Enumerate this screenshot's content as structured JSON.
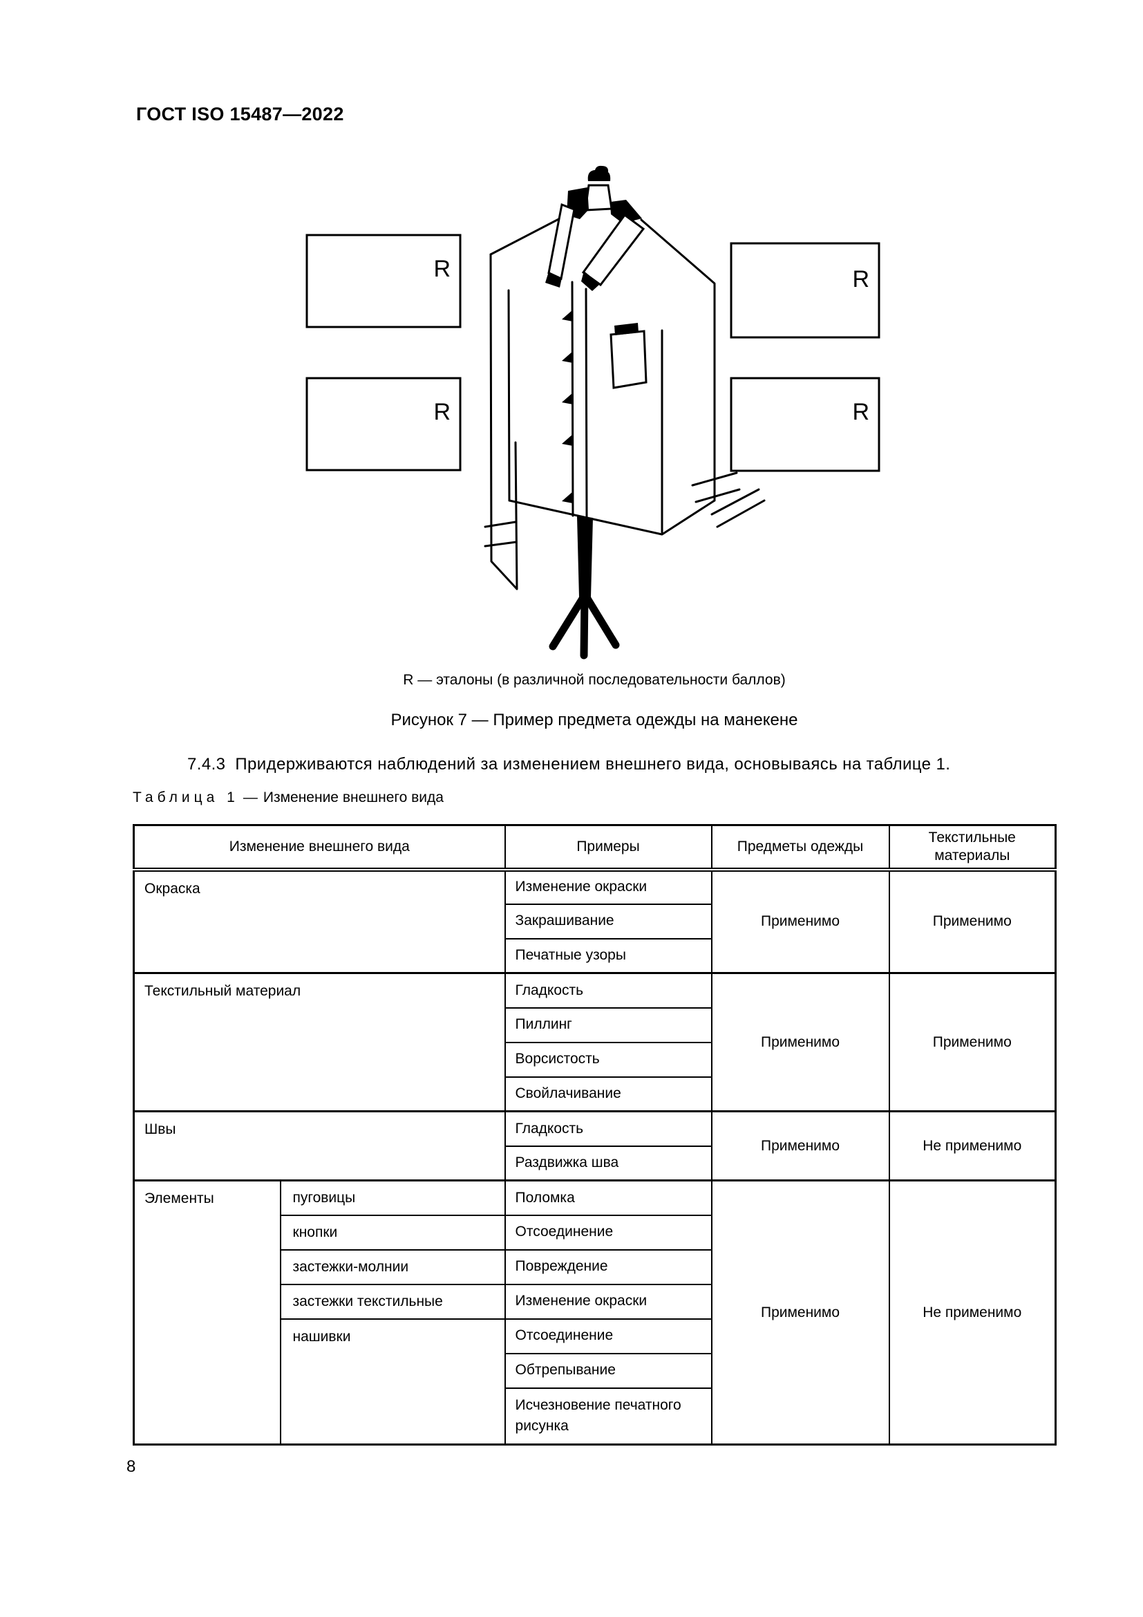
{
  "header": {
    "title": "ГОСТ ISO 15487—2022"
  },
  "figure": {
    "r_label": "R",
    "legend": "R — эталоны (в различной последовательности баллов)",
    "title": "Рисунок 7 — Пример предмета одежды на манекене"
  },
  "paragraph": {
    "number": "7.4.3",
    "text": "Придерживаются наблюдений за изменением внешнего вида, основываясь на таблице 1."
  },
  "table": {
    "title_label": "Таблица 1",
    "title_dash": "—",
    "title_text": "Изменение внешнего вида",
    "col_headers": {
      "change": "Изменение внешнего вида",
      "examples": "Примеры",
      "garments": "Предметы одежды",
      "textiles": "Текстильные материалы"
    },
    "groups": [
      {
        "name": "Окраска",
        "examples": [
          "Изменение окраски",
          "Закрашивание",
          "Печатные узоры"
        ],
        "garments": "Применимо",
        "textiles": "Применимо"
      },
      {
        "name": "Текстильный материал",
        "examples": [
          "Гладкость",
          "Пиллинг",
          "Ворсистость",
          "Свойлачивание"
        ],
        "garments": "Применимо",
        "textiles": "Применимо"
      },
      {
        "name": "Швы",
        "examples": [
          "Гладкость",
          "Раздвижка шва"
        ],
        "garments": "Применимо",
        "textiles": "Не применимо"
      },
      {
        "name": "Элементы",
        "sub_items": [
          "пуговицы",
          "кнопки",
          "застежки-молнии",
          "застежки текстильные",
          "нашивки"
        ],
        "examples": [
          "Поломка",
          "Отсоединение",
          "Повреждение",
          "Изменение окраски",
          "Отсоединение",
          "Обтрепывание",
          "Исчезновение печатного рисунка"
        ],
        "garments": "Применимо",
        "textiles": "Не применимо"
      }
    ]
  },
  "page_number": "8"
}
